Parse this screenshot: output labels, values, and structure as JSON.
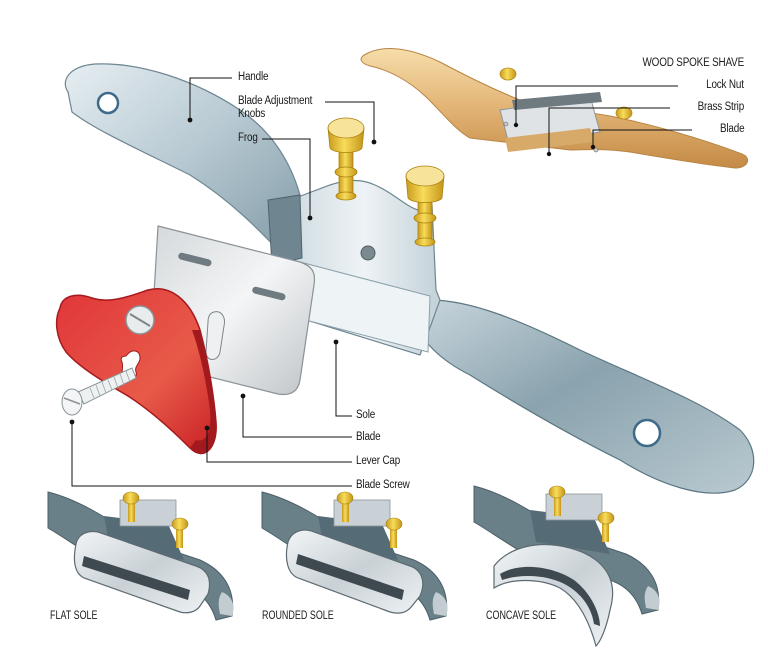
{
  "diagram": {
    "subject": "Spokeshave",
    "main_tool": {
      "labels": [
        {
          "id": "handle",
          "text": "Handle"
        },
        {
          "id": "blade_adjustment_knobs",
          "text": "Blade Adjustment\nKnobs",
          "line1": "Blade Adjustment",
          "line2": "Knobs"
        },
        {
          "id": "frog",
          "text": "Frog"
        },
        {
          "id": "sole",
          "text": "Sole"
        },
        {
          "id": "blade",
          "text": "Blade"
        },
        {
          "id": "lever_cap",
          "text": "Lever Cap"
        },
        {
          "id": "blade_screw",
          "text": "Blade Screw"
        }
      ]
    },
    "wood_spoke_shave": {
      "title": "WOOD SPOKE SHAVE",
      "labels": [
        {
          "id": "lock_nut",
          "text": "Lock Nut"
        },
        {
          "id": "brass_strip",
          "text": "Brass Strip"
        },
        {
          "id": "blade",
          "text": "Blade"
        }
      ]
    },
    "sole_variants": [
      {
        "id": "flat",
        "caption": "FLAT SOLE"
      },
      {
        "id": "rounded",
        "caption": "ROUNDED SOLE"
      },
      {
        "id": "concave",
        "caption": "CONCAVE SOLE"
      }
    ],
    "colors": {
      "metal_light": "#dfe7ec",
      "metal_mid": "#a9bcc6",
      "metal_dark": "#5f7a86",
      "metal_darkest": "#3f5560",
      "brass": "#e8c23a",
      "brass_dark": "#b8901a",
      "lever_cap_red": "#d9262a",
      "lever_cap_dark": "#a51a1e",
      "wood_light": "#f1d29a",
      "wood_mid": "#d9a863",
      "wood_dark": "#b47d3d",
      "leader_line": "#111111"
    }
  }
}
